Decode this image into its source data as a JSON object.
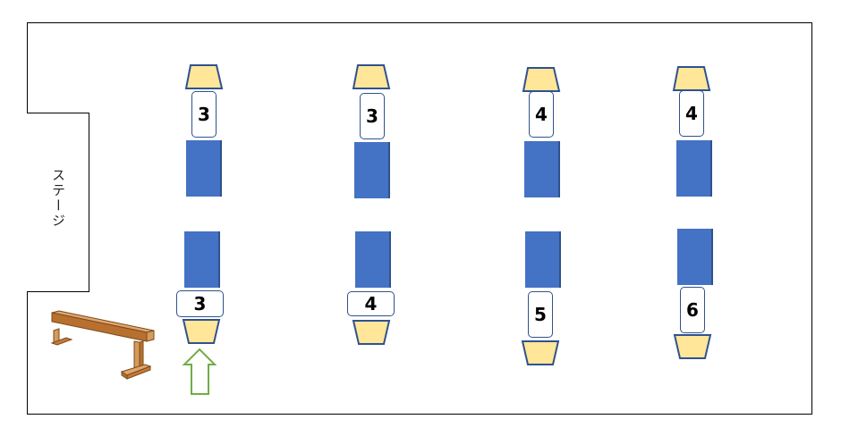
{
  "stage": {
    "label": "ステージ"
  },
  "colors": {
    "mat": "#4472c4",
    "mat_border": "#2f528f",
    "box": "#ffe699",
    "arrow": "#70ad47",
    "beam": "#c57a3a"
  },
  "columns": [
    {
      "top_number": "3",
      "bottom_number": "3"
    },
    {
      "top_number": "3",
      "bottom_number": "4"
    },
    {
      "top_number": "4",
      "bottom_number": "5"
    },
    {
      "top_number": "4",
      "bottom_number": "6"
    }
  ]
}
